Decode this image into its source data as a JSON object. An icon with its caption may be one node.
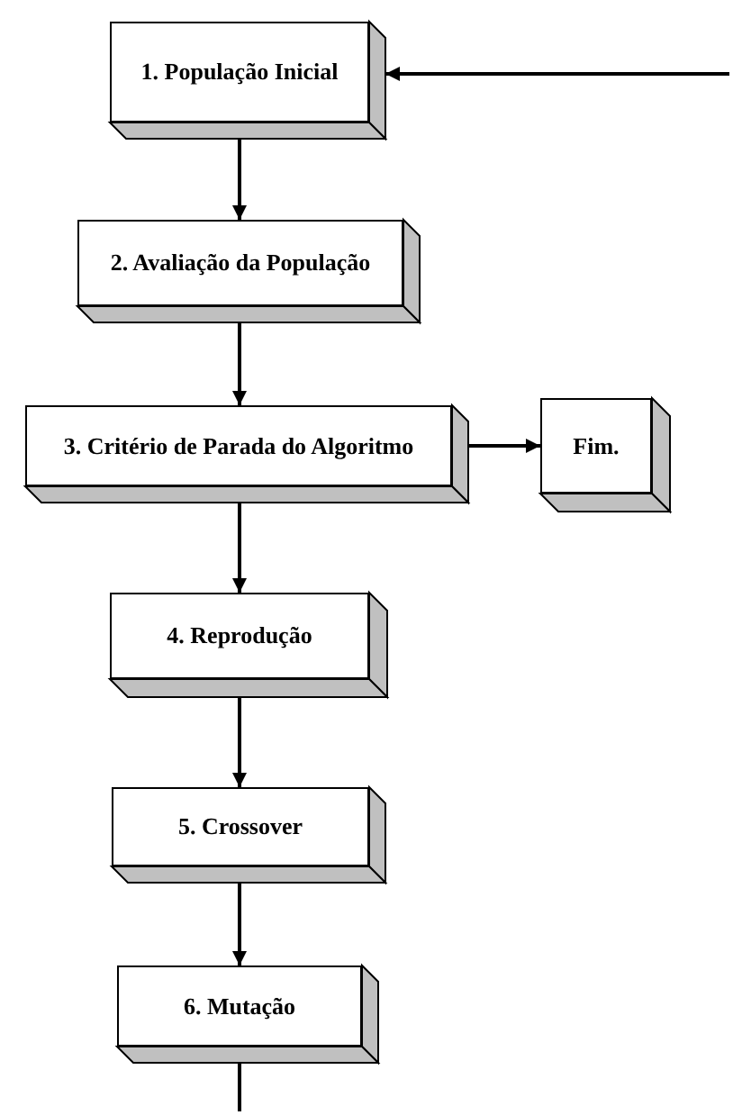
{
  "diagram": {
    "nodes": [
      {
        "text": [
          "1. População Inicial"
        ]
      },
      {
        "text": [
          "2. Avaliação da População"
        ]
      },
      {
        "text": [
          "3. Critério de Parada do Algoritmo"
        ]
      },
      {
        "text": [
          "Fim."
        ]
      },
      {
        "text": [
          "4. Reprodução"
        ]
      },
      {
        "text": [
          "5. Crossover"
        ]
      },
      {
        "text": [
          "6. Mutação"
        ]
      }
    ],
    "edges": [
      {
        "from": null,
        "to": 0,
        "arrow": "to"
      },
      {
        "from": 0,
        "to": 1,
        "arrow": "to"
      },
      {
        "from": 1,
        "to": 2,
        "arrow": "to"
      },
      {
        "from": 2,
        "to": 3,
        "arrow": "to"
      },
      {
        "from": 2,
        "to": 4,
        "arrow": "to"
      },
      {
        "from": 4,
        "to": 5,
        "arrow": "to"
      },
      {
        "from": 5,
        "to": 6,
        "arrow": "to"
      },
      {
        "from": 6,
        "to": null,
        "arrow": "none"
      }
    ]
  }
}
